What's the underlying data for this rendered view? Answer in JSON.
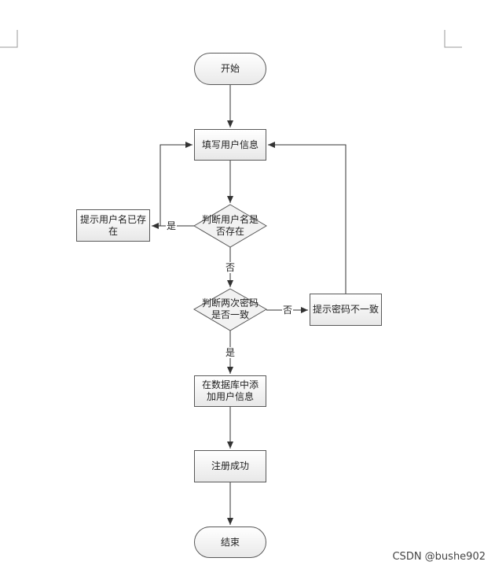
{
  "nodes": {
    "start": "开始",
    "fill_info": "填写用户信息",
    "check_username": "判断用户名是否存在",
    "username_exists": "提示用户名已存在",
    "check_password": "判断两次密码是否一致",
    "password_mismatch": "提示密码不一致",
    "add_to_db": "在数据库中添加用户信息",
    "register_success": "注册成功",
    "end": "结束"
  },
  "edge_labels": {
    "username_yes": "是",
    "username_no": "否",
    "password_no": "否",
    "password_yes": "是"
  },
  "watermark": "CSDN @bushe902"
}
